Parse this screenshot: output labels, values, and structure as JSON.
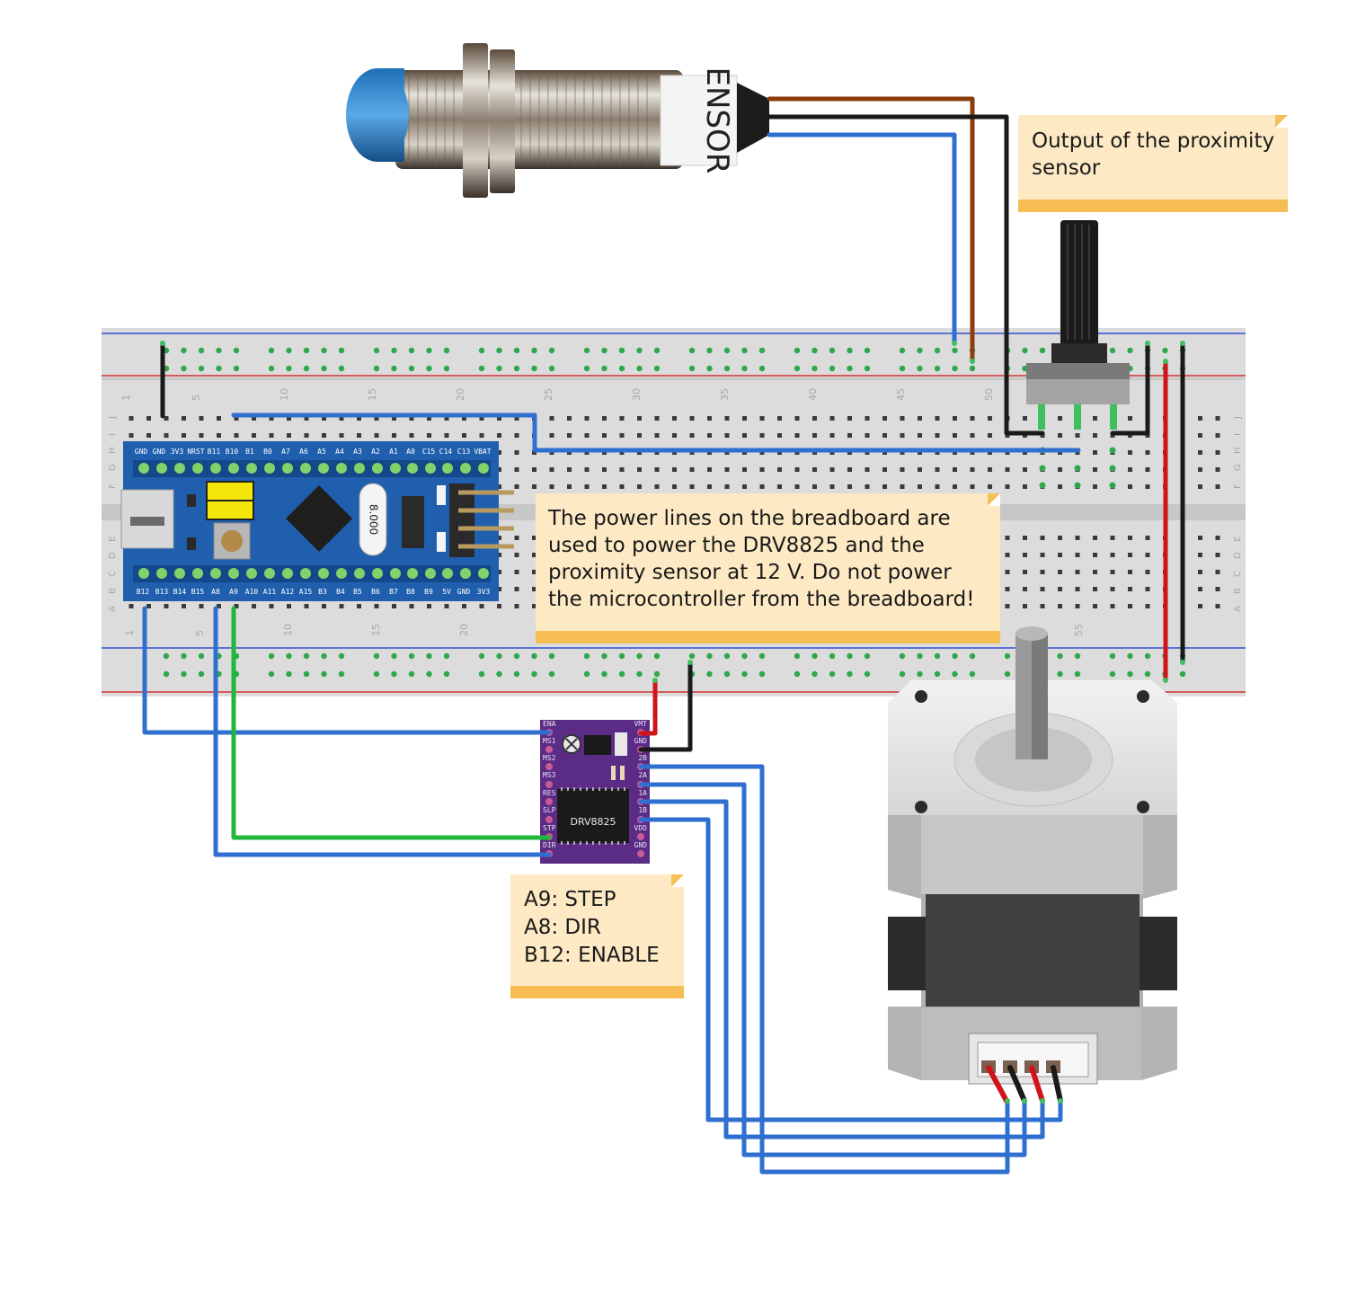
{
  "notes": {
    "sensor": "Output of the proximity\nsensor",
    "power": "The power lines on the breadboard are\nused to power the DRV8825 and the\nproximity sensor at 12 V. Do not power\nthe microcontroller from the breadboard!",
    "pins": "A9: STEP\nA8: DIR\nB12: ENABLE"
  },
  "sensor": {
    "label": "ENSOR"
  },
  "breadboard": {
    "column_numbers_top": [
      "1",
      "5",
      "10",
      "15",
      "20",
      "25",
      "30",
      "35",
      "40",
      "45",
      "50"
    ],
    "column_numbers_bottom": [
      "1",
      "5",
      "10",
      "15",
      "20",
      "55"
    ],
    "row_letters_top": [
      "J",
      "I",
      "H",
      "G",
      "F"
    ],
    "row_letters_bottom": [
      "E",
      "D",
      "C",
      "B",
      "A"
    ]
  },
  "mcu": {
    "top_pins": [
      "GND",
      "GND",
      "3V3",
      "NRST",
      "B11",
      "B10",
      "B1",
      "B0",
      "A7",
      "A6",
      "A5",
      "A4",
      "A3",
      "A2",
      "A1",
      "A0",
      "C15",
      "C14",
      "C13",
      "VBAT"
    ],
    "bottom_pins": [
      "B12",
      "B13",
      "B14",
      "B15",
      "A8",
      "A9",
      "A10",
      "A11",
      "A12",
      "A15",
      "B3",
      "B4",
      "B5",
      "B6",
      "B7",
      "B8",
      "B9",
      "5V",
      "GND",
      "3V3"
    ],
    "crystal_label": "8.000"
  },
  "driver": {
    "name": "DRV8825",
    "left_pins": [
      "ENA",
      "MS1",
      "MS2",
      "MS3",
      "RES",
      "SLP",
      "STP",
      "DIR"
    ],
    "right_pins": [
      "VMT",
      "GND",
      "2B",
      "2A",
      "1A",
      "1B",
      "VDD",
      "GND"
    ]
  },
  "colors": {
    "wire_blue": "#2f6fd0",
    "wire_brown": "#8b3d0b",
    "wire_black": "#1a1a1a",
    "wire_red": "#d0141a",
    "wire_green": "#1fb83a",
    "note_bg": "#fde9c4",
    "note_band": "#f6bd54",
    "mcu_board": "#1f5fae",
    "driver_board": "#5b2c86"
  }
}
